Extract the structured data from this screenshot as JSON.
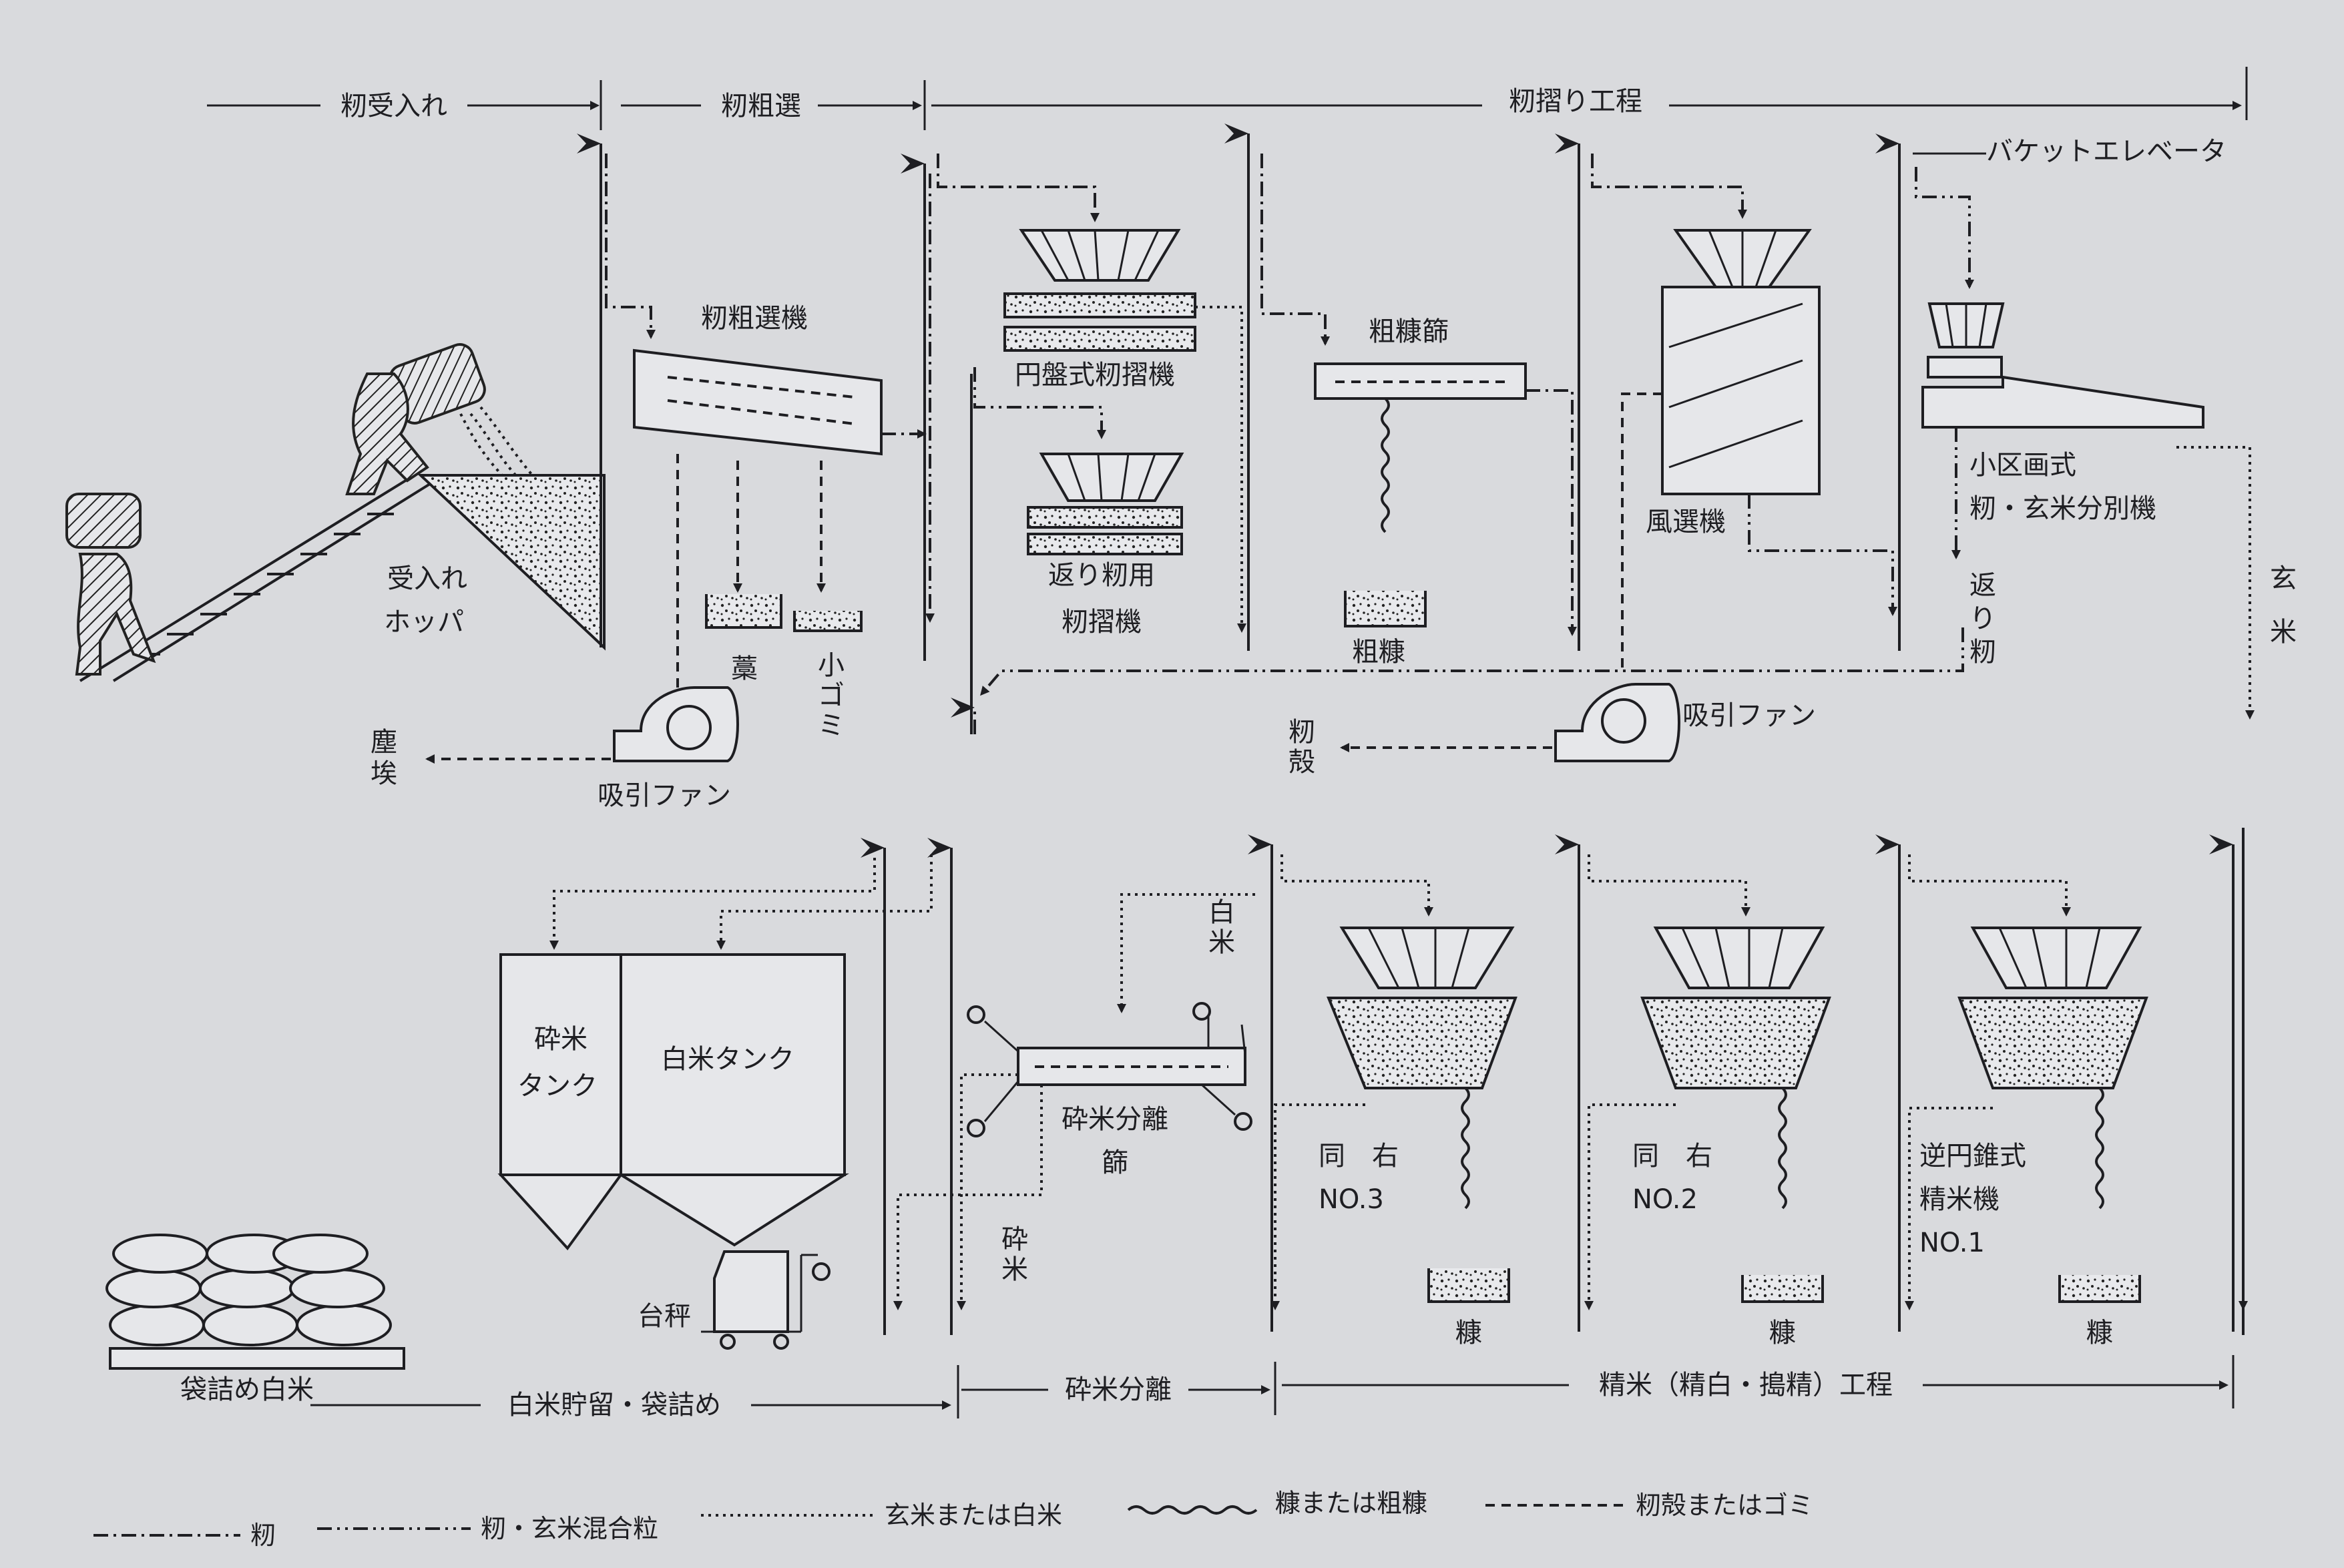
{
  "stages_top": {
    "receiving": "籾受入れ",
    "rough_selection": "籾粗選",
    "hulling": "籾摺り工程"
  },
  "stages_bottom": {
    "storage": "白米貯留・袋詰め",
    "separation": "砕米分離",
    "polishing": "精米（精白・搗精）工程"
  },
  "labels": {
    "hopper_1": "受入れ",
    "hopper_2": "ホッパ",
    "rough_selector": "籾粗選機",
    "straw": "藁",
    "small_dust": "小ゴミ",
    "dust": "塵埃",
    "suction_fan_1": "吸引ファン",
    "disc_huller": "円盤式籾摺機",
    "return_huller_1": "返り籾用",
    "return_huller_2": "籾摺機",
    "bran_sieve": "粗糠篩",
    "coarse_bran": "粗糠",
    "wind_separator": "風選機",
    "husk": "籾殻",
    "suction_fan_2": "吸引ファン",
    "bucket_elevator": "バケットエレベータ",
    "compartment_1": "小区画式",
    "compartment_2": "籾・玄米分別機",
    "return_paddy": "返り籾",
    "brown_rice": "玄米",
    "white_rice": "白米",
    "broken_rice_tank_1": "砕米",
    "broken_rice_tank_2": "タンク",
    "white_rice_tank": "白米タンク",
    "broken_sieve_1": "砕米分離",
    "broken_sieve_2": "篩",
    "broken_rice": "砕米",
    "scale": "台秤",
    "bagged_rice": "袋詰め白米",
    "same_right_3": "同　右",
    "no3": "NO.3",
    "same_right_2": "同　右",
    "no2": "NO.2",
    "cone_polisher_1": "逆円錐式",
    "cone_polisher_2": "精米機",
    "no1": "NO.1",
    "bran_3": "糠",
    "bran_2": "糠",
    "bran_1": "糠"
  },
  "legend": {
    "paddy": "籾",
    "mixed": "籾・玄米混合粒",
    "rice": "玄米または白米",
    "bran": "糠または粗糠",
    "husk_dust": "籾殻またはゴミ"
  }
}
